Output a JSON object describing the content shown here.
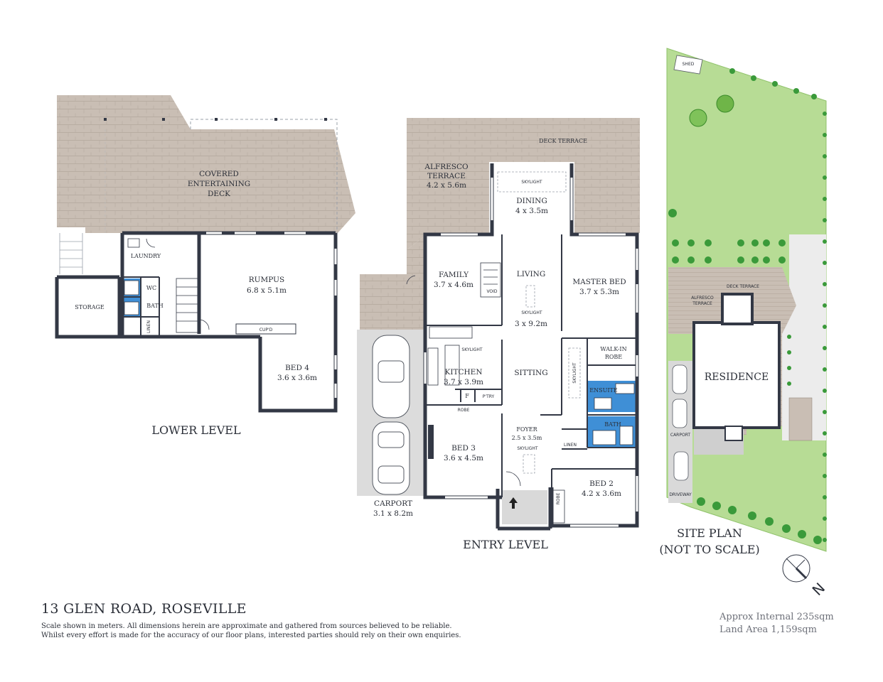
{
  "title": "13 GLEN ROAD, ROSEVILLE",
  "disclaimer": {
    "line1": "Scale shown in meters.  All dimensions herein are approximate and gathered from sources believed to be  reliable.",
    "line2": "Whilst every effort is made for the accuracy of our floor plans, interested parties should rely on their own enquiries."
  },
  "areas": {
    "internal": "Approx Internal 235sqm",
    "land": "Land Area 1,159sqm"
  },
  "colors": {
    "wall": "#333845",
    "deck": "#c6bbb1",
    "carport": "#dcdcdc",
    "wet_area": "#3f8fd6",
    "lawn": "#b7dc95",
    "hedge": "#3a9a3a"
  },
  "lower_level": {
    "label": "LOWER LEVEL",
    "covered_deck": [
      "COVERED",
      "ENTERTAINING",
      "DECK"
    ],
    "laundry": "LAUNDRY",
    "wc": "WC",
    "bath": "BATH",
    "linen": "LINEN",
    "storage": "STORAGE",
    "rumpus": {
      "name": "RUMPUS",
      "dims": "6.8 x 5.1m"
    },
    "cupboard": "CUP'D",
    "bed4": {
      "name": "BED 4",
      "dims": "3.6 x 3.6m"
    }
  },
  "entry_level": {
    "label": "ENTRY LEVEL",
    "deck_terrace": "DECK TERRACE",
    "alfresco": {
      "name": "ALFRESCO",
      "name2": "TERRACE",
      "dims": "4.2 x 5.6m"
    },
    "dining": {
      "name": "DINING",
      "dims": "4 x 3.5m"
    },
    "skylight": "SKYLIGHT",
    "family": {
      "name": "FAMILY",
      "dims": "3.7 x 4.6m"
    },
    "void": "VOID",
    "living": {
      "name": "LIVING",
      "dims": "3 x 9.2m"
    },
    "master": {
      "name": "MASTER BED",
      "dims": "3.7 x 5.3m"
    },
    "walkin": {
      "name": "WALK-IN",
      "name2": "ROBE"
    },
    "kitchen": {
      "name": "KITCHEN",
      "dims": "3.7 x 3.9m"
    },
    "fridge": "F",
    "pantry": "P'TRY",
    "sitting": "SITTING",
    "ensuite": "ENSUITE",
    "bath": "BATH",
    "robe": "ROBE",
    "foyer": {
      "name": "FOYER",
      "dims": "2.5 x 3.5m"
    },
    "linen": "LINEN",
    "bed3": {
      "name": "BED 3",
      "dims": "3.6 x 4.5m"
    },
    "bed2": {
      "name": "BED 2",
      "dims": "4.2 x 3.6m"
    },
    "carport": {
      "name": "CARPORT",
      "dims": "3.1 x 8.2m"
    }
  },
  "site_plan": {
    "label1": "SITE PLAN",
    "label2": "(NOT TO SCALE)",
    "residence": "RESIDENCE",
    "shed": "SHED",
    "deck_terrace": "DECK TERRACE",
    "alfresco": "ALFRESCO",
    "alfresco2": "TERRACE",
    "carport": "CARPORT",
    "driveway": "DRIVEWAY",
    "north": "N"
  }
}
